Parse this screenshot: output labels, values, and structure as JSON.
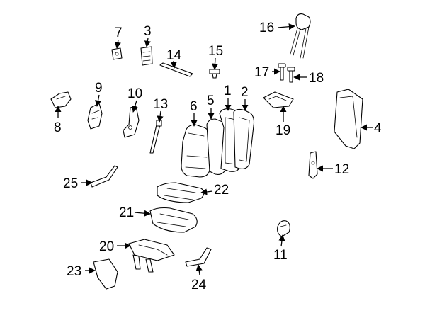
{
  "callouts": {
    "c1": "1",
    "c2": "2",
    "c3": "3",
    "c4": "4",
    "c5": "5",
    "c6": "6",
    "c7": "7",
    "c8": "8",
    "c9": "9",
    "c10": "10",
    "c11": "11",
    "c12": "12",
    "c13": "13",
    "c14": "14",
    "c15": "15",
    "c16": "16",
    "c17": "17",
    "c18": "18",
    "c19": "19",
    "c20": "20",
    "c21": "21",
    "c22": "22",
    "c23": "23",
    "c24": "24",
    "c25": "25"
  },
  "colors": {
    "line": "#000000",
    "background": "#ffffff",
    "shade": "#d9d9d9"
  }
}
